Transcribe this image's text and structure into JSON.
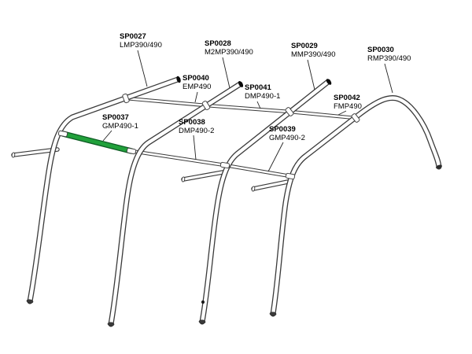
{
  "figure": {
    "type": "exploded-parts-diagram",
    "subject": "canopy-frame",
    "background": "#ffffff",
    "highlight_color": "#21a13b",
    "highlighted_code": "SP0037",
    "labels": [
      {
        "code": "SP0027",
        "desc": "LMP390/490"
      },
      {
        "code": "SP0028",
        "desc": "M2MP390/490"
      },
      {
        "code": "SP0029",
        "desc": "MMP390/490"
      },
      {
        "code": "SP0030",
        "desc": "RMP390/490"
      },
      {
        "code": "SP0040",
        "desc": "EMP490"
      },
      {
        "code": "SP0041",
        "desc": "DMP490-1"
      },
      {
        "code": "SP0042",
        "desc": "FMP490"
      },
      {
        "code": "SP0037",
        "desc": "GMP490-1"
      },
      {
        "code": "SP0038",
        "desc": "DMP490-2"
      },
      {
        "code": "SP0039",
        "desc": "GMP490-2"
      }
    ]
  }
}
